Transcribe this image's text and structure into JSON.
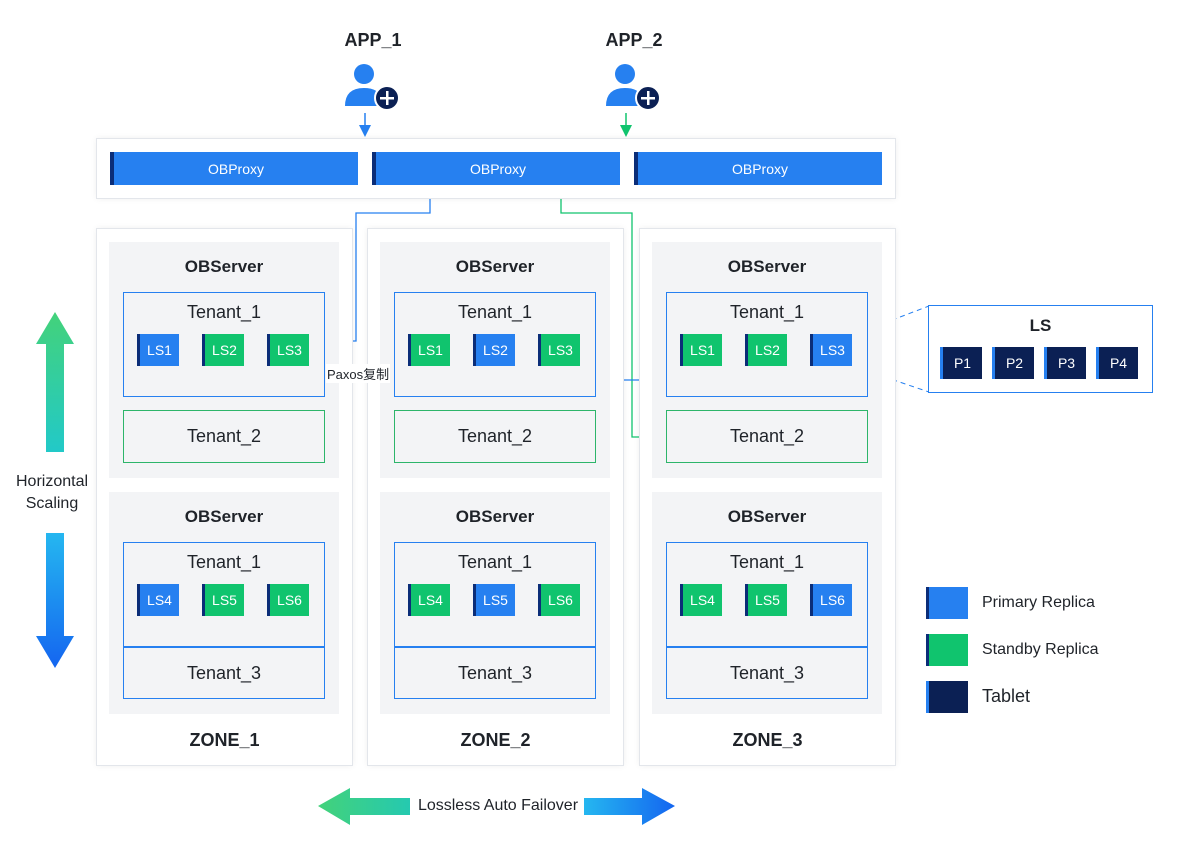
{
  "apps": [
    {
      "label": "APP_1"
    },
    {
      "label": "APP_2"
    }
  ],
  "proxies": [
    {
      "label": "OBProxy"
    },
    {
      "label": "OBProxy"
    },
    {
      "label": "OBProxy"
    }
  ],
  "zones": [
    {
      "label": "ZONE_1",
      "servers": [
        {
          "title": "OBServer",
          "tenant1": "Tenant_1",
          "ls": [
            {
              "label": "LS1",
              "role": "primary"
            },
            {
              "label": "LS2",
              "role": "standby"
            },
            {
              "label": "LS3",
              "role": "standby"
            }
          ],
          "other": "Tenant_2",
          "other_style": "standby"
        },
        {
          "title": "OBServer",
          "tenant1": "Tenant_1",
          "ls": [
            {
              "label": "LS4",
              "role": "primary"
            },
            {
              "label": "LS5",
              "role": "standby"
            },
            {
              "label": "LS6",
              "role": "standby"
            }
          ],
          "other": "Tenant_3",
          "other_style": "primary"
        }
      ]
    },
    {
      "label": "ZONE_2",
      "servers": [
        {
          "title": "OBServer",
          "tenant1": "Tenant_1",
          "ls": [
            {
              "label": "LS1",
              "role": "standby"
            },
            {
              "label": "LS2",
              "role": "primary"
            },
            {
              "label": "LS3",
              "role": "standby"
            }
          ],
          "other": "Tenant_2",
          "other_style": "standby"
        },
        {
          "title": "OBServer",
          "tenant1": "Tenant_1",
          "ls": [
            {
              "label": "LS4",
              "role": "standby"
            },
            {
              "label": "LS5",
              "role": "primary"
            },
            {
              "label": "LS6",
              "role": "standby"
            }
          ],
          "other": "Tenant_3",
          "other_style": "primary"
        }
      ]
    },
    {
      "label": "ZONE_3",
      "servers": [
        {
          "title": "OBServer",
          "tenant1": "Tenant_1",
          "ls": [
            {
              "label": "LS1",
              "role": "standby"
            },
            {
              "label": "LS2",
              "role": "standby"
            },
            {
              "label": "LS3",
              "role": "primary"
            }
          ],
          "other": "Tenant_2",
          "other_style": "standby"
        },
        {
          "title": "OBServer",
          "tenant1": "Tenant_1",
          "ls": [
            {
              "label": "LS4",
              "role": "standby"
            },
            {
              "label": "LS5",
              "role": "standby"
            },
            {
              "label": "LS6",
              "role": "primary"
            }
          ],
          "other": "Tenant_3",
          "other_style": "primary"
        }
      ]
    }
  ],
  "paxos_label": "Paxos复制",
  "ls_detail": {
    "title": "LS",
    "partitions": [
      "P1",
      "P2",
      "P3",
      "P4"
    ]
  },
  "legend": [
    {
      "label": "Primary Replica",
      "color": "#2680f0"
    },
    {
      "label": "Standby Replica",
      "color": "#10c46e"
    },
    {
      "label": "Tablet",
      "color": "#0b2054"
    }
  ],
  "horizontal_scaling": [
    "Horizontal",
    "Scaling"
  ],
  "failover_label": "Lossless Auto Failover",
  "icons": {
    "app": "user-add-icon"
  }
}
